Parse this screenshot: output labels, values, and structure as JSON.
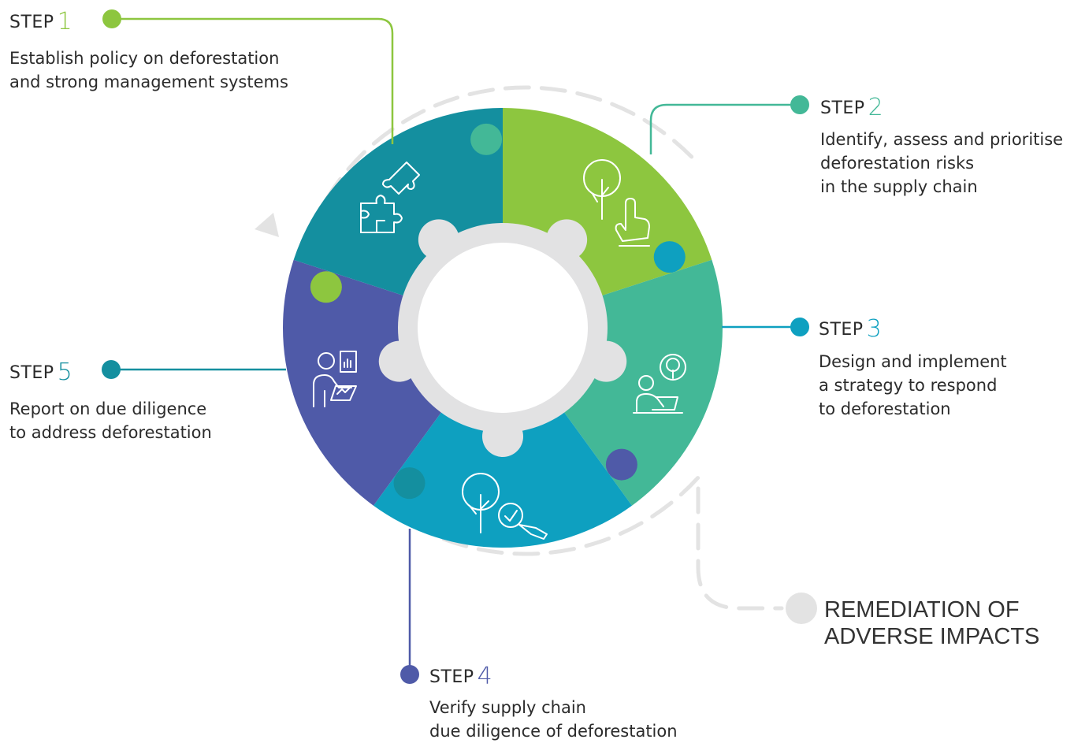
{
  "steps": [
    {
      "label": "STEP",
      "number": "1",
      "color": "#8dc63f",
      "text": "Establish policy on deforestation\nand strong management systems",
      "icon": "puzzle-icon"
    },
    {
      "label": "STEP",
      "number": "2",
      "color": "#43b897",
      "text": "Identify, assess and prioritise\ndeforestation risks\nin the supply chain",
      "icon": "tree-hand-icon"
    },
    {
      "label": "STEP",
      "number": "3",
      "color": "#0ea0c0",
      "text": "Design and implement\na strategy to respond\nto deforestation",
      "icon": "person-laptop-tree-icon"
    },
    {
      "label": "STEP",
      "number": "4",
      "color": "#4f5aa8",
      "text": "Verify supply chain\ndue diligence of deforestation",
      "icon": "tree-magnifier-icon"
    },
    {
      "label": "STEP",
      "number": "5",
      "color": "#148f9f",
      "text": "Report on due diligence\nto address deforestation",
      "icon": "person-report-icon"
    }
  ],
  "remediation": {
    "text": "REMEDIATION OF\nADVERSE IMPACTS",
    "color": "#e3e3e3"
  },
  "colors": {
    "inner_ring": "#e2e2e3",
    "dashed_ring": "#e3e3e3"
  }
}
